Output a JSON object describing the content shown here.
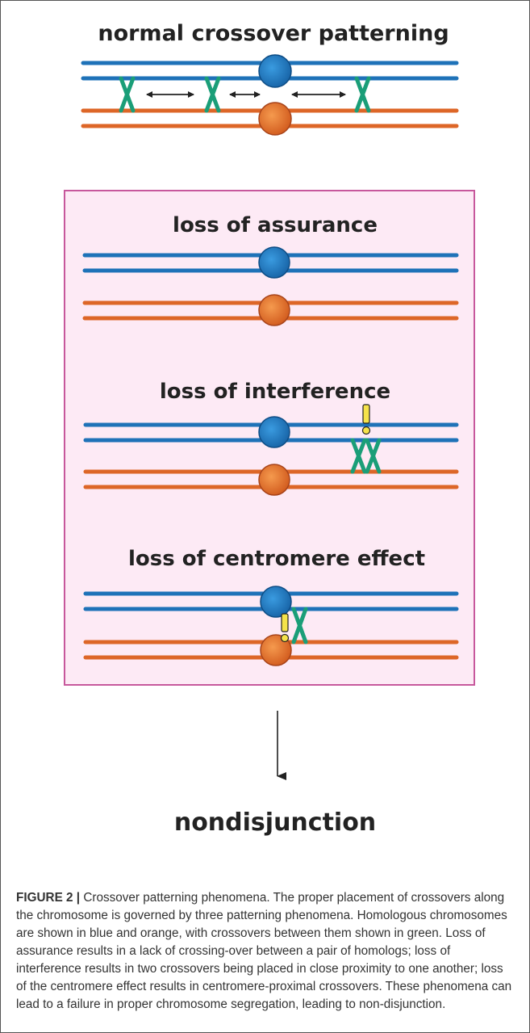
{
  "diagram": {
    "normal_title": "normal crossover patterning",
    "assurance_title": "loss of assurance",
    "interference_title": "loss of interference",
    "centromere_title": "loss of centromere effect",
    "outcome": "nondisjunction"
  },
  "colors": {
    "blue": "#1e72b8",
    "orange": "#dd6627",
    "green": "#1a9e78",
    "yellow": "#f5e24a",
    "panel_fill": "#fdeaf5",
    "panel_border": "#c7589c"
  },
  "caption": {
    "label": "FIGURE 2 |",
    "text": "Crossover patterning phenomena. The proper placement of crossovers along the chromosome is governed by three patterning phenomena. Homologous chromosomes are shown in blue and orange, with crossovers between them shown in green. Loss of assurance results in a lack of crossing-over between a pair of homologs; loss of interference results in two crossovers being placed in close proximity to one another; loss of the centromere effect results in centromere-proximal crossovers. These phenomena can lead to a failure in proper chromosome segregation, leading to non-disjunction."
  }
}
